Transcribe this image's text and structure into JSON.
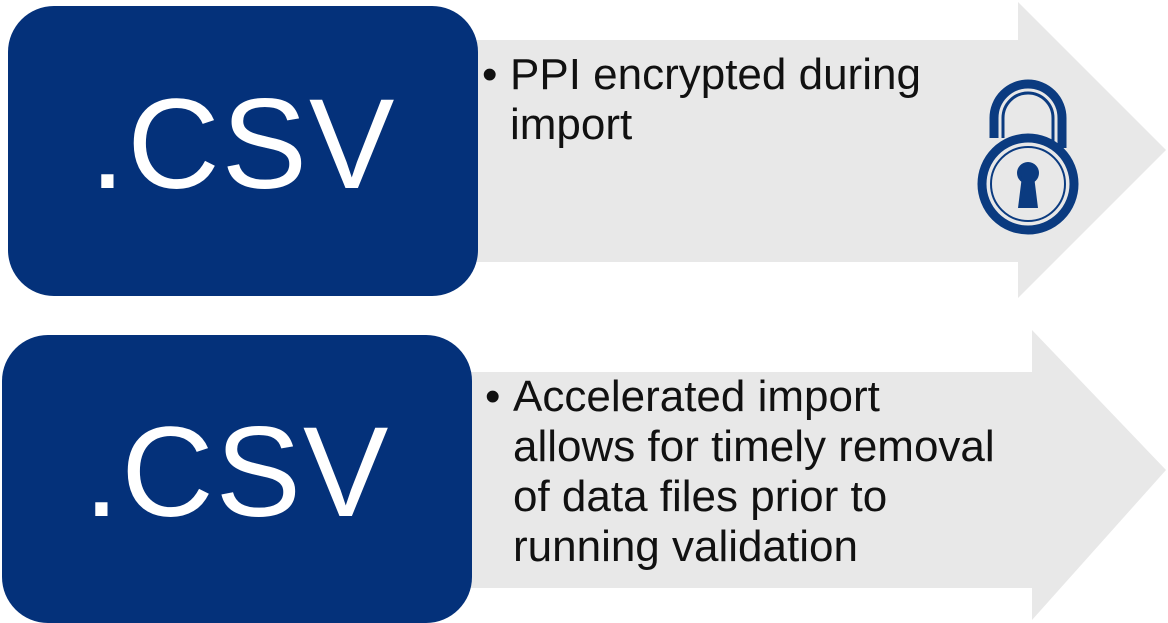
{
  "colors": {
    "box_fill": "#04317a",
    "arrow_fill": "#e8e8e8",
    "lock_stroke": "#0b3b80",
    "text": "#111111"
  },
  "rows": [
    {
      "box_label": ".CSV",
      "bullet_marker": "•",
      "bullet_lines": [
        "PPI encrypted during",
        "import"
      ],
      "icon": "unlocked-padlock-icon"
    },
    {
      "box_label": ".CSV",
      "bullet_marker": "•",
      "bullet_lines": [
        "Accelerated import",
        "allows for timely removal",
        "of data files prior to",
        "running validation"
      ],
      "icon": ""
    }
  ]
}
